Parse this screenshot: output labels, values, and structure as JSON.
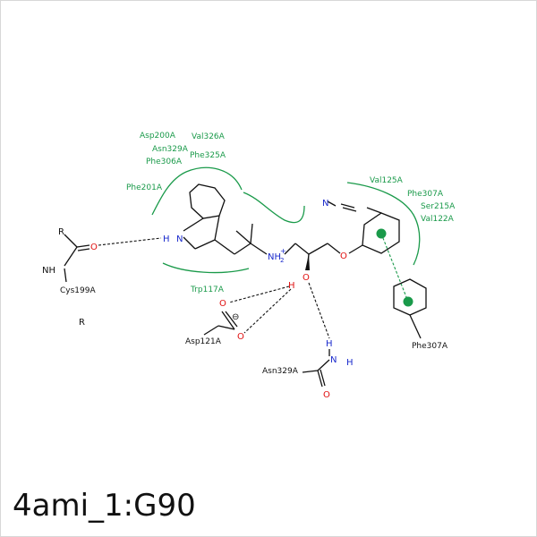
{
  "title": "4ami_1:G90",
  "residue_labels": {
    "asp200a": "Asp200A",
    "val326a": "Val326A",
    "asn329a_top": "Asn329A",
    "phe325a": "Phe325A",
    "phe306a": "Phe306A",
    "phe201a": "Phe201A",
    "val125a": "Val125A",
    "phe307a_top": "Phe307A",
    "ser215a": "Ser215A",
    "val122a": "Val122A",
    "trp117a": "Trp117A"
  },
  "partner_labels": {
    "cys199a": "Cys199A",
    "asp121a": "Asp121A",
    "asn329a": "Asn329A",
    "phe307a": "Phe307A"
  },
  "atoms": {
    "r_top": "R",
    "r_bottom": "R",
    "o_cys": "O",
    "nh_cys": "NH",
    "h_indole": "H",
    "n_indole": "N",
    "nh2_plus": "NH",
    "nh2_sub": "2",
    "nh2_charge": "+",
    "o_ether": "O",
    "o_hydroxyl": "O",
    "h_hydroxyl": "H",
    "n_nitrile": "N",
    "o_asp_a": "O",
    "o_asp_b": "O",
    "minus": "⊖",
    "h_asn_a": "H",
    "n_asn": "N",
    "h_asn_b": "H",
    "o_asn": "O"
  },
  "colors": {
    "residue": "#1a9a4a",
    "oxygen": "#e01010",
    "nitrogen": "#1a2acc",
    "bond": "#111111"
  }
}
